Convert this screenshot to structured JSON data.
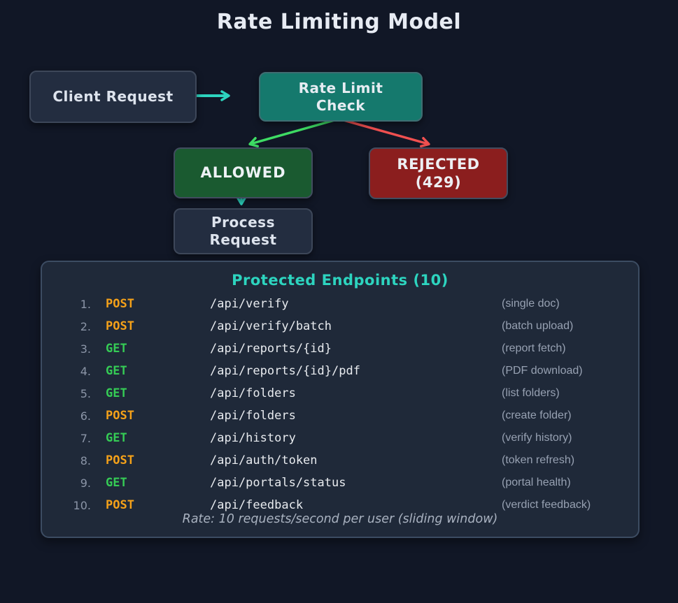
{
  "title": "Rate Limiting Model",
  "flowchart": {
    "client_label": "Client Request",
    "check_label": "Rate Limit Check",
    "allowed_label": "ALLOWED",
    "rejected_label": "REJECTED (429)",
    "process_label": "Process Request"
  },
  "panel": {
    "title": "Protected Endpoints (10)",
    "rows": [
      {
        "num": "1.",
        "method": "POST",
        "path": "/api/verify",
        "desc": "(single doc)"
      },
      {
        "num": "2.",
        "method": "POST",
        "path": "/api/verify/batch",
        "desc": "(batch upload)"
      },
      {
        "num": "3.",
        "method": "GET",
        "path": "/api/reports/{id}",
        "desc": "(report fetch)"
      },
      {
        "num": "4.",
        "method": "GET",
        "path": "/api/reports/{id}/pdf",
        "desc": "(PDF download)"
      },
      {
        "num": "5.",
        "method": "GET",
        "path": "/api/folders",
        "desc": "(list folders)"
      },
      {
        "num": "6.",
        "method": "POST",
        "path": "/api/folders",
        "desc": "(create folder)"
      },
      {
        "num": "7.",
        "method": "GET",
        "path": "/api/history",
        "desc": "(verify history)"
      },
      {
        "num": "8.",
        "method": "POST",
        "path": "/api/auth/token",
        "desc": "(token refresh)"
      },
      {
        "num": "9.",
        "method": "GET",
        "path": "/api/portals/status",
        "desc": "(portal health)"
      },
      {
        "num": "10.",
        "method": "POST",
        "path": "/api/feedback",
        "desc": "(verdict feedback)"
      }
    ],
    "rate_note": "Rate: 10 requests/second per user (sliding window)"
  },
  "colors": {
    "background": "#111726",
    "panel_bg": "#1f2939",
    "panel_border": "#3c4c62",
    "node_slate_bg": "#232d40",
    "check_fill": "#15796d",
    "allowed_fill": "#1a5a30",
    "rejected_fill": "#8b1e1e",
    "accent_teal": "#2dd4bf",
    "arrow_green": "#3edc64",
    "arrow_red": "#f05050",
    "method_post": "#f5a119",
    "method_get": "#35cb55",
    "endpoints_title": "#2dd4bf"
  }
}
